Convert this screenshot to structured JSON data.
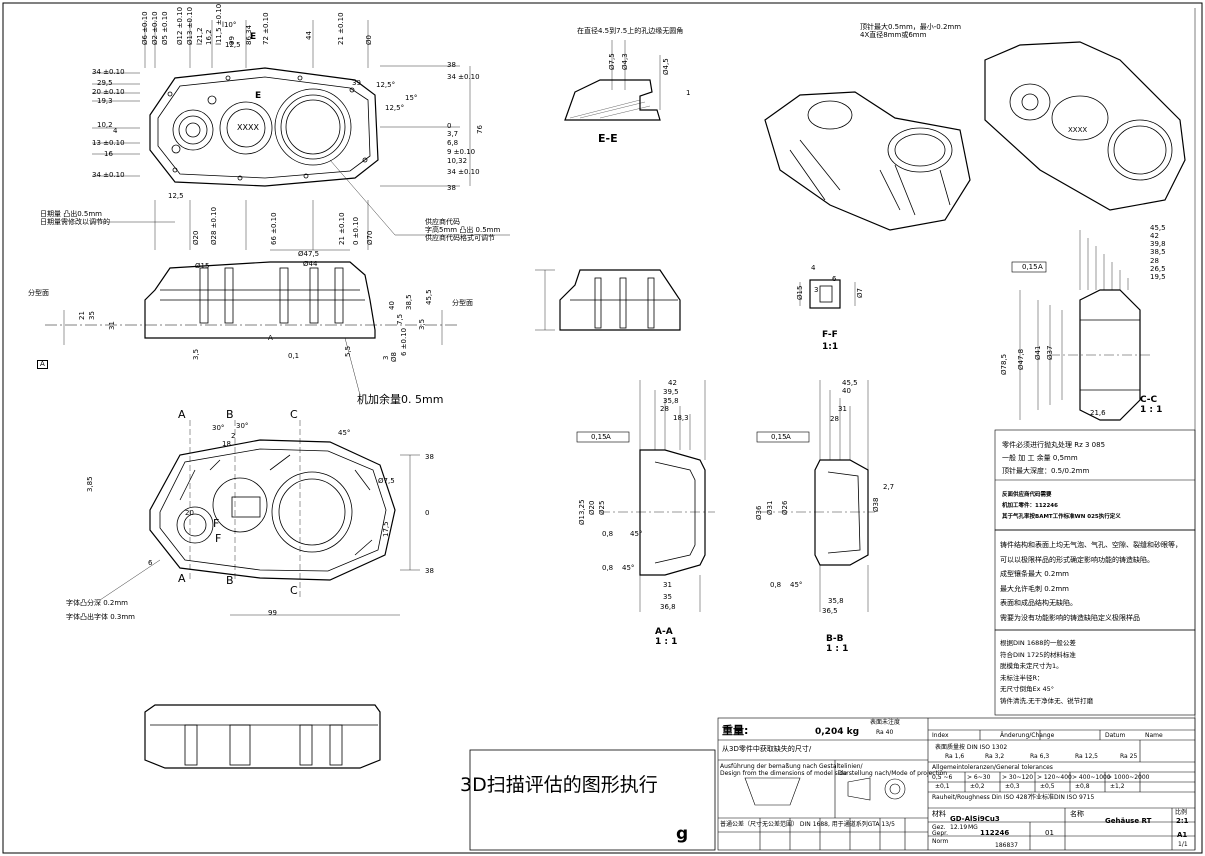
{
  "top_left_view": {
    "dims_left": [
      "34 ±0.10",
      "29,5",
      "20 ±0.10",
      "19,3",
      "10,2",
      "4",
      "13 ±0.10",
      "16",
      "34 ±0.10"
    ],
    "dims_top": [
      "Ø6 ±0.10",
      "Ø2 ±0.10",
      "Ø5 ±0.10",
      "Ø12 ±0.10",
      "Ø13 ±0.10",
      "l21,2",
      "16,2",
      "l11,5 ±0.10",
      "l10°",
      "99",
      "12,5",
      "86,34",
      "72 ±0.10",
      "44",
      "21 ±0.10",
      "Ø0"
    ],
    "dims_right": [
      "38",
      "34 ±0.10",
      "0",
      "3,7",
      "6,8",
      "9 ±0.10",
      "10,32",
      "34 ±0.10",
      "38",
      "76"
    ],
    "dims_angle": [
      "39",
      "12,5°",
      "15°",
      "12,5°"
    ],
    "dims_bottom": [
      "12,5",
      "Ø20",
      "Ø28 ±0.10",
      "66 ±0.10",
      "21 ±0.10",
      "0 ±0.10",
      "Ø70"
    ],
    "labels": [
      "E",
      "E",
      "XXXX"
    ],
    "note_left": [
      "日期量 凸出0.5mm",
      "日期量需修改以调节的"
    ],
    "note_right": [
      "供应商代码",
      "字高5mm 凸出 0.5mm",
      "供应商代码格式可调节"
    ]
  },
  "front_view": {
    "dims": [
      "Ø15",
      "Ø47,5",
      "Ø44",
      "40",
      "38,5",
      "45,5",
      "7,5",
      "3,5",
      "5,5",
      "3",
      "Ø8",
      "21",
      "35",
      "31",
      "3,5",
      "0,1",
      "6 ±0.10"
    ],
    "labels": [
      "分型面",
      "分型面",
      "A",
      "A"
    ],
    "machining_note": "机加余量0. 5mm"
  },
  "plan_view": {
    "dims": [
      "30°",
      "30°",
      "2",
      "18",
      "45°",
      "Ø7,5",
      "38",
      "38",
      "3,85",
      "20",
      "6",
      "17,5",
      "99",
      "0"
    ],
    "section_labels": [
      "A",
      "B",
      "C",
      "A",
      "B",
      "C",
      "F",
      "F"
    ],
    "notes": [
      "字体凸分深 0.2mm",
      "字体凸出字体 0.3mm"
    ]
  },
  "section_ee": {
    "note": "在直径4.5到7.5上的孔边缘无圆角",
    "dims": [
      "Ø7,5",
      "Ø4,3",
      "Ø4,5",
      "1"
    ],
    "title": "E-E"
  },
  "section_ff": {
    "dims": [
      "4",
      "3",
      "Ø15",
      "Ø7",
      "6"
    ],
    "title": "F-F",
    "scale": "1:1"
  },
  "section_cc": {
    "dims": [
      "45,5",
      "42",
      "39,8",
      "38,5",
      "28",
      "26,5",
      "19,5",
      "0,15",
      "A",
      "Ø78,5",
      "Ø47,8",
      "Ø41",
      "Ø37",
      "21,6"
    ],
    "title": "C-C",
    "scale": "1 : 1"
  },
  "section_aa": {
    "dims": [
      "42",
      "39,5",
      "35,8",
      "28",
      "18,3",
      "0,15",
      "A",
      "Ø13,25",
      "Ø20",
      "Ø25",
      "0,8",
      "45°",
      "0,8",
      "45°",
      "31",
      "35",
      "36,8"
    ],
    "title": "A-A",
    "scale": "1 : 1"
  },
  "section_bb": {
    "dims": [
      "45,5",
      "40",
      "31",
      "28",
      "0,15",
      "A",
      "Ø36",
      "Ø31",
      "Ø26",
      "2,7",
      "Ø38",
      "0,8",
      "45°",
      "35,8",
      "36,5"
    ],
    "title": "B-B",
    "scale": "1 : 1"
  },
  "iso_notes": {
    "line1": "顶针最大0.5mm，最小-0.2mm",
    "line2": "4X直径8mm或6mm",
    "label": "XXXX"
  },
  "requirements_block": {
    "line1": "零件必须进行抛丸处理  Rz 3 085",
    "line2": "一般 加 工 余量 0,5mm",
    "line3": "顶针最大深度：0.5/0.2mm",
    "line4": "反面供应商代码需要",
    "line5": "机加工零件：112246",
    "line6": "其于气孔率按BAMT工作标准WN 025执行定义"
  },
  "notes_block": [
    "铸件结构和表面上均无气泡、气孔、空隙、裂缝和砂眼等，",
    "可以以极限样品的形式确定影响功能的铸造缺陷。",
    "成型镶条最大 0.2mm",
    "最大允许毛刺 0.2mm",
    "表面和成品结构无缺陷。",
    "需要为没有功能影响的铸造缺陷定义极限样品"
  ],
  "tolerance_block": [
    "根据DIN 1688的一般公差",
    "符合DIN 1725的材料标准",
    "脱模角未定尺寸为1。",
    "未标注半径R：",
    "无尺寸倒角Ex 45°",
    "铸件清洗,无干净体无、锐节打磨"
  ],
  "title_block": {
    "weight_label": "重量:",
    "weight_value": "0,204 kg",
    "surface_label": "表面未注度",
    "ra_value": "Ra 40",
    "measure_note": "从3D零件中获取缺失的尺寸/",
    "ausf_line1": "Ausführung der bemaßung nach Gestaltelinien/",
    "ausf_line2": "Design from the dimensions of model side",
    "darstellung": "Darstellung nach/Mode of projection",
    "general_tol_note": "普通公差（尺寸无公差范围） DIN 1688, 用于通道系列GTA 13/5",
    "material_label": "材料",
    "material_value": "GD-AlSi9Cu3",
    "name_label": "名称",
    "part_name": "Gehäuse RT",
    "drawing_no": "112246",
    "index": "01",
    "scale_label": "比例",
    "scale_value": "2:1",
    "format": "A1",
    "sheet": "1/1",
    "ref_no": "186837",
    "rev_note": "作业标准DIN ISO 9715",
    "surface_hdr": "表面质量按    DIN    ISO 1302",
    "ra_values": [
      "Ra 1,6",
      "Ra 3,2",
      "Ra 6,3",
      "Ra 12,5",
      "Ra 25"
    ],
    "tol_header": "Allgemeintoleranzen/General tolerances",
    "tol_rows": [
      "0,5 ~6",
      "> 6~30",
      "> 30~120",
      "> 120~400",
      "> 400~1000",
      "> 1000~2000"
    ],
    "tol_values": [
      "±0,1",
      "±0,2",
      "±0,3",
      "±0,5",
      "±0,8",
      "±1,2"
    ],
    "rough_note": "Rauheit/Roughness Din ISO 4287",
    "change_header": "Änderung/Change",
    "date_header": "Datum",
    "name_header": "Name",
    "index_header": "Index",
    "drawn": "Gez.",
    "checked": "Gepr.",
    "standard": "Norm",
    "date_val": "12.19",
    "name_val": "MG"
  },
  "caption": "3D扫描评估的图形执行",
  "bottom_marker": "g"
}
